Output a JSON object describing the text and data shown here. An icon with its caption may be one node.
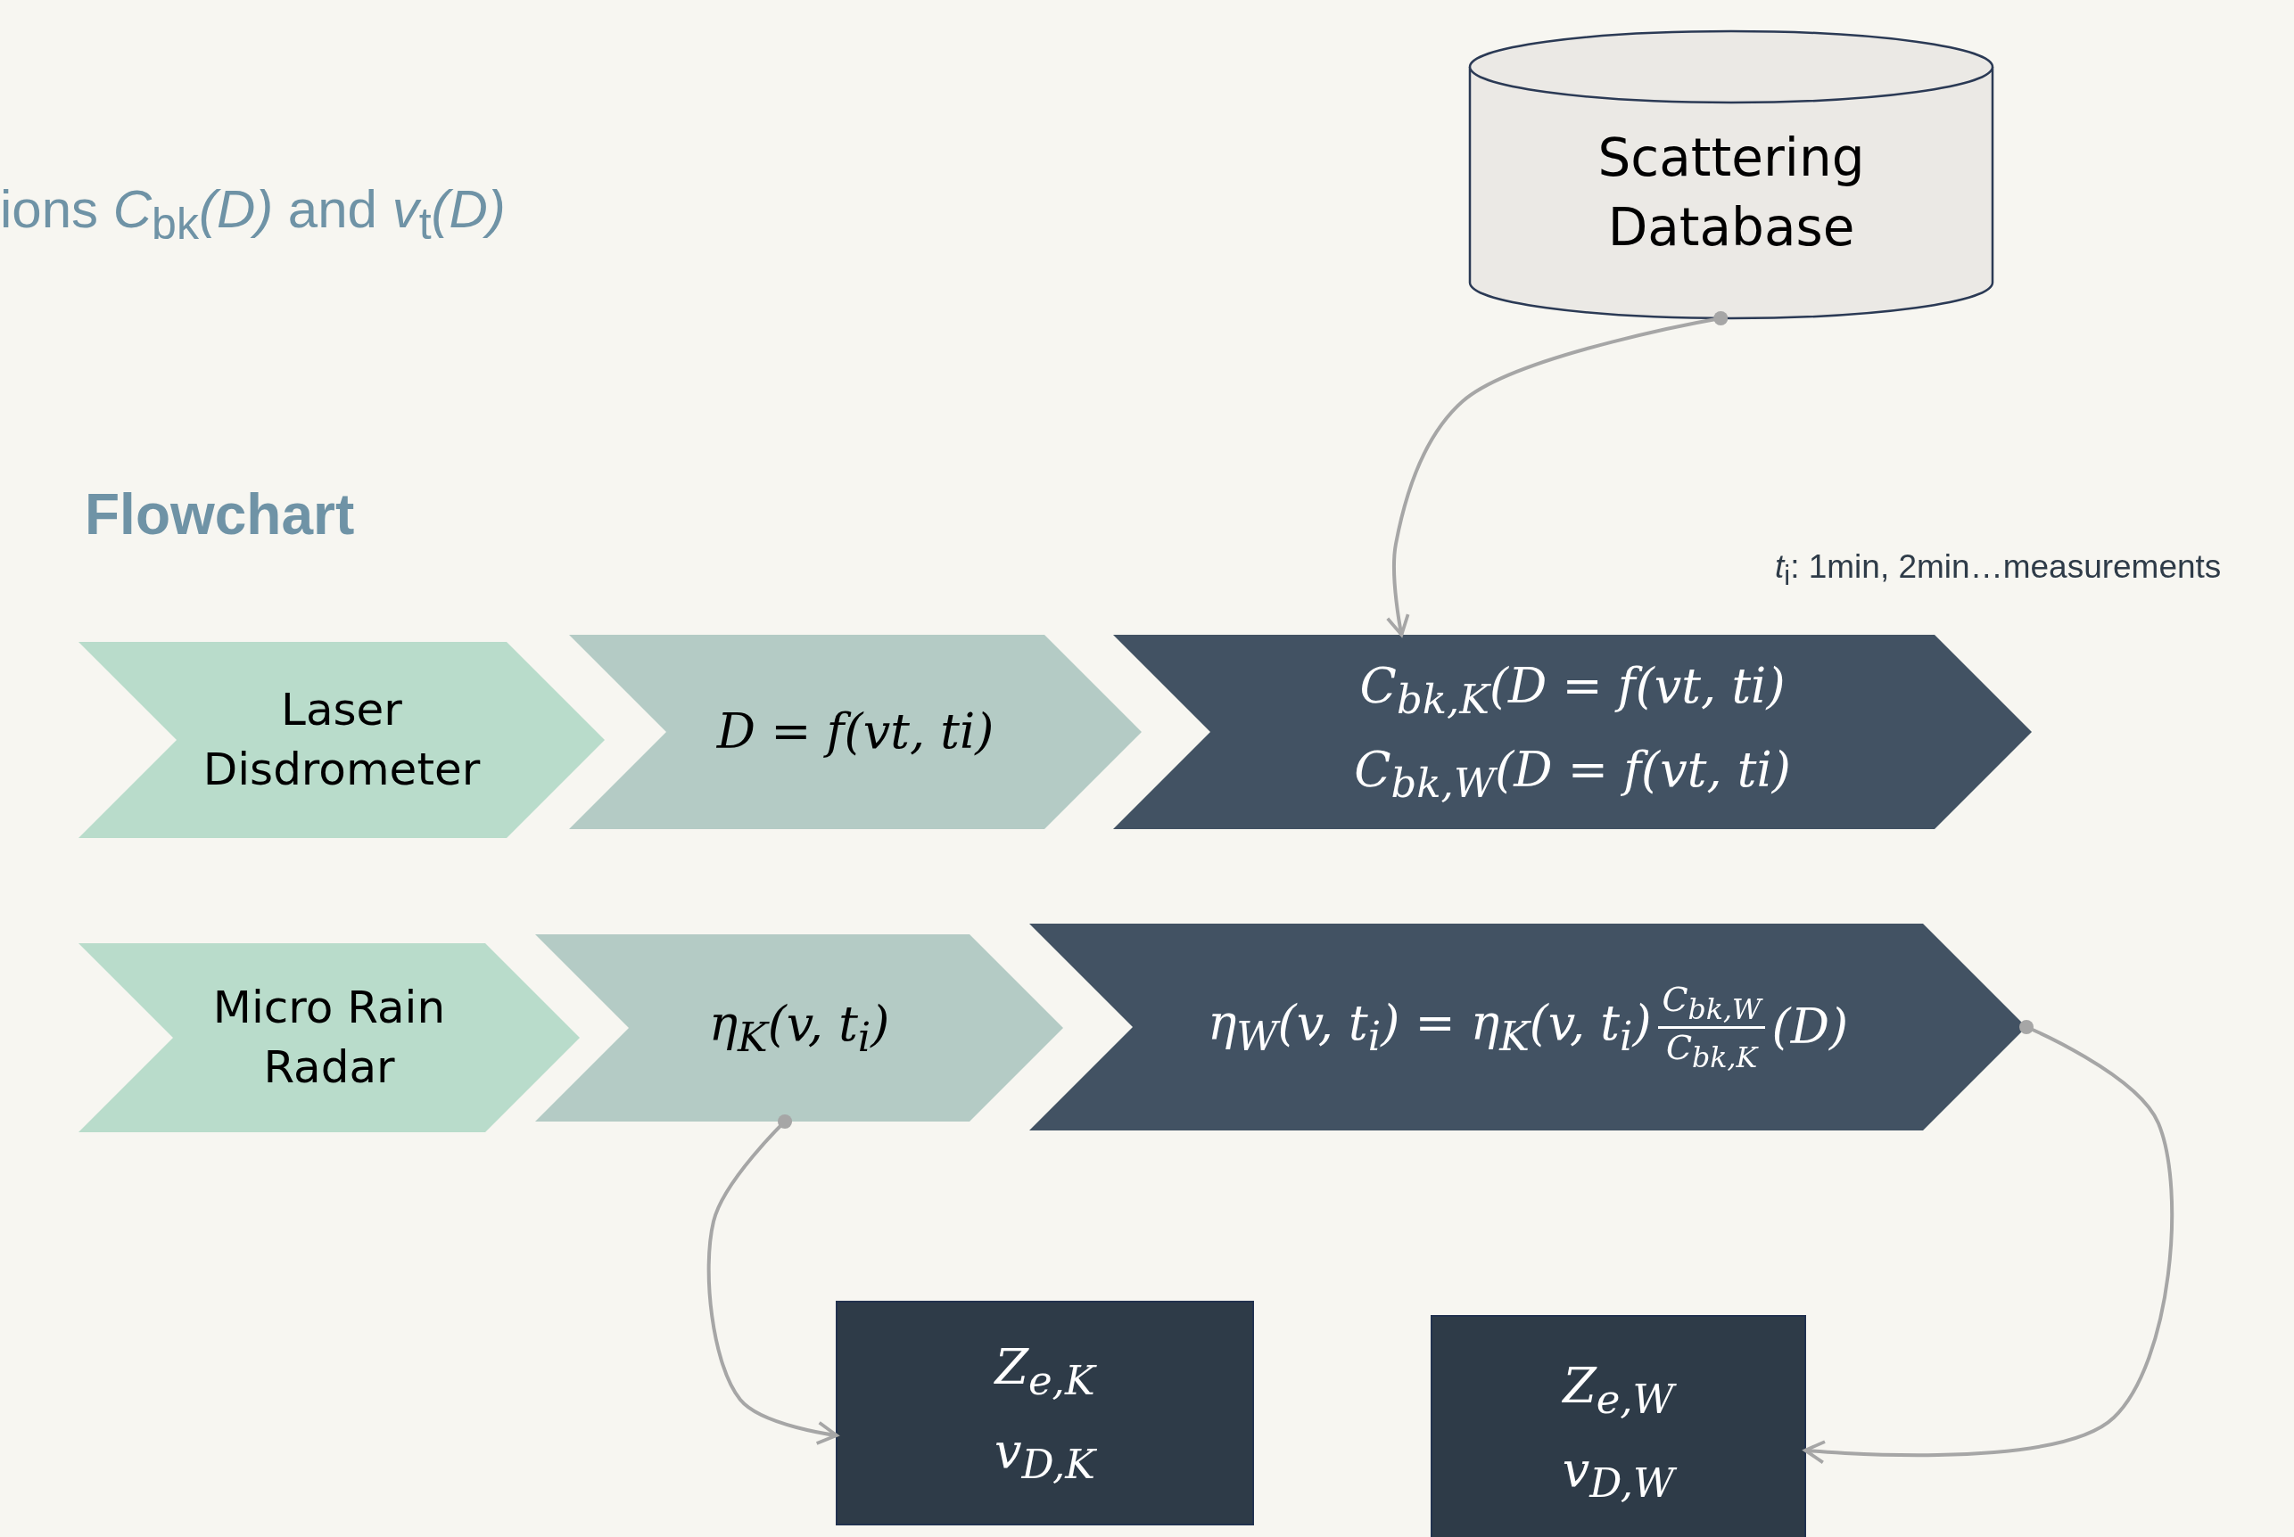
{
  "diagram": {
    "title": "Flowchart",
    "nodes": [
      {
        "text": [
          "Scattering Database"
        ]
      },
      {
        "text": [
          "Laser Disdrometer"
        ]
      },
      {
        "text": [
          "D = f(vt, ti)"
        ]
      },
      {
        "text": [
          "C$_{bk,K}$(D = f(vt, ti)",
          "C$_{bk,W}$(D = f(vt, ti)"
        ]
      },
      {
        "text": [
          "Micro Rain Radar"
        ]
      },
      {
        "text": [
          "η$_{K}$(v, t$_{i}$)"
        ]
      },
      {
        "text": [
          "η$_{W}$(v, t$_{i}$) = η$_{K}$(v, t$_{i}$)",
          "C$_{bk,W}$",
          "C$_{bk,K}$",
          "(D)"
        ]
      },
      {
        "text": [
          "Z$_{e,K}$",
          "v$_{D,K}$"
        ]
      },
      {
        "text": [
          "Z$_{e,W}$",
          "v$_{D,W}$"
        ]
      }
    ],
    "edges": [
      {
        "from": 0,
        "to": 3,
        "arrow": "to"
      },
      {
        "from": 5,
        "to": 7,
        "arrow": "to"
      },
      {
        "from": 6,
        "to": 8,
        "arrow": "to"
      }
    ],
    "labels": [
      "ions *C*$_{bk}$*(D)* and *v*$_{t}$*(D)*",
      "*t*$_{i}$: 1min, 2min…measurements"
    ]
  }
}
